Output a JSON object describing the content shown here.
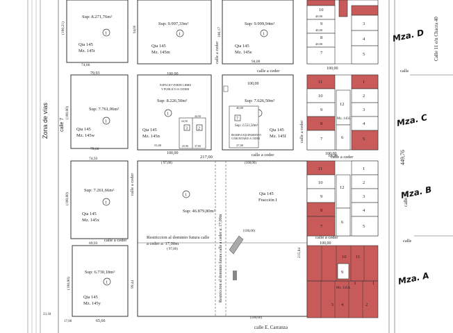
{
  "left_column": {
    "zona_de_vias": "Zona de vías",
    "calle_7": "calle 7",
    "dim_100_21": "(100,21)",
    "dim_100_00a": "(100,00)",
    "dim_100_00b": "(100,00)",
    "dim_100_00c": "(100,00)",
    "dim_99_44": "99,44",
    "bottom_65_66": "65,66",
    "bottom_23_18": "23,18",
    "bottom_17_00": "17,00"
  },
  "blocks": {
    "b145t": {
      "sup": "Sup: 8.271,76m²",
      "qta": "Qta 145",
      "mz": "Mz. 145t",
      "num": "1",
      "dim_top": "74,66",
      "dim_bot": "79,93"
    },
    "b145m": {
      "sup": "Sup: 9.997,33m²",
      "qta": "Qta 145",
      "mz": "Mz. 145m",
      "num": "1",
      "dim_bot": "100,00",
      "side": "94,00"
    },
    "b145e": {
      "sup": "Sup: 9.999,94m²",
      "qta": "Qta 145",
      "mz": "Mz. 145e",
      "num": "1",
      "dim_bot": "94,00",
      "side": "100,17"
    },
    "b145w": {
      "sup": "Sup: 7.761,06m²",
      "qta": "Qta 145",
      "mz": "Mz. 145w",
      "num": "1",
      "dim_top": "79,93",
      "dim_bot": "78,66"
    },
    "b145n": {
      "sup": "Sup: 8.226,50m²",
      "qta": "Qta 145",
      "mz": "Mz. 145n",
      "num": "1",
      "espacio": "ESPACIO VERDE LIBRE",
      "espacio2": "Y PUBLICO A CEDER",
      "sub_a": "3",
      "sub_b": "2",
      "d1": "24,50",
      "d2": "25,90",
      "d3": "53,00",
      "d4": "44,50",
      "d5": "37,00",
      "d6": "100,00"
    },
    "b145f": {
      "sup": "Sup: 7.626,50m²",
      "qta": "Qta 145",
      "mz": "Mz. 145f",
      "num": "1",
      "sub": "7",
      "sub_sup": "Sup: 2.551,50m²",
      "reserva": "RESERVA EQUIPAMIENTO",
      "reserva2": "COMUNITARIO A CEDER",
      "d40": "40,00",
      "d37": "37,00",
      "d100": "100,00"
    },
    "b145x": {
      "sup": "Sup: 7.261,66m²",
      "qta": "Qta 145",
      "mz": "Mz. 145x",
      "num": "1",
      "dim_top": "74,93",
      "dim_bot": "69,93"
    },
    "b145y": {
      "sup": "Sup: 6.730,18m²",
      "qta": "Qta 145",
      "mz": "Mz. 145y",
      "num": "1"
    },
    "fraccion": {
      "qta": "Qta 145",
      "frac": "Fracción I",
      "sup": "Sup: 46.879,80m²",
      "restr1": "Restriccion al dominio futura calle",
      "restr2": "a ceder a: 17,00m",
      "restr_v": "Restriccion al dominio futura calle a ceder a: 17,00m",
      "d217": "217,00",
      "d97a": "( 97,00)",
      "d97b": "( 97,00)",
      "d100a": "(100,00)",
      "d100b": "(100,00)",
      "d100c": "(100,00)",
      "d215": "215,84"
    }
  },
  "streets": {
    "calle_a_ceder_1": "calle a ceder",
    "calle_a_ceder_2": "calle a ceder",
    "calle_a_ceder_3": "calle a ceder",
    "calle_a_ceder_4": "calle a ceder",
    "calle_a_ceder_5": "calle a ceder",
    "calle_a_ceder_6": "calle a ceder",
    "calle_a_ceder_7": "calle a ceder",
    "calle_a_ceder_8": "calle a ceder",
    "calle_1": "calle",
    "calle_2": "calle",
    "calle_11": "calle 11",
    "calle_11_chacra": "Calle 11 e/n Chacra 40",
    "calle_carranza": "calle E. Carranza",
    "d449": "449,76",
    "d100a": "100,00",
    "d100b": "100,00",
    "d100c": "100,00",
    "d100d": "100,00"
  },
  "manzanas": {
    "a": "Mza. A",
    "b": "Mza. B",
    "c": "Mza. C",
    "d": "Mza. D",
    "mz145c": "Mz. 145C",
    "mz145a": "Mz. 145A"
  },
  "lots_right": {
    "d_nums_l": [
      "10",
      "9",
      "8",
      "7"
    ],
    "d_nums_r": [
      "3",
      "4",
      "5"
    ],
    "c_nums_l": [
      "11",
      "10",
      "9",
      "8",
      "7"
    ],
    "c_nums_r": [
      "1",
      "2",
      "3",
      "4",
      "5"
    ],
    "c_mid": [
      "12",
      "6"
    ],
    "b_nums_l": [
      "11",
      "10",
      "9",
      "8",
      "7"
    ],
    "b_nums_r": [
      "1",
      "2",
      "3",
      "4",
      "5"
    ],
    "b_mid": [
      "12",
      "6"
    ],
    "a_nums_top": [
      "10",
      "11"
    ],
    "a_nums_bot": [
      "5",
      "4",
      "3",
      "2",
      "1"
    ],
    "a_mid": "9",
    "d40": "40,00"
  }
}
